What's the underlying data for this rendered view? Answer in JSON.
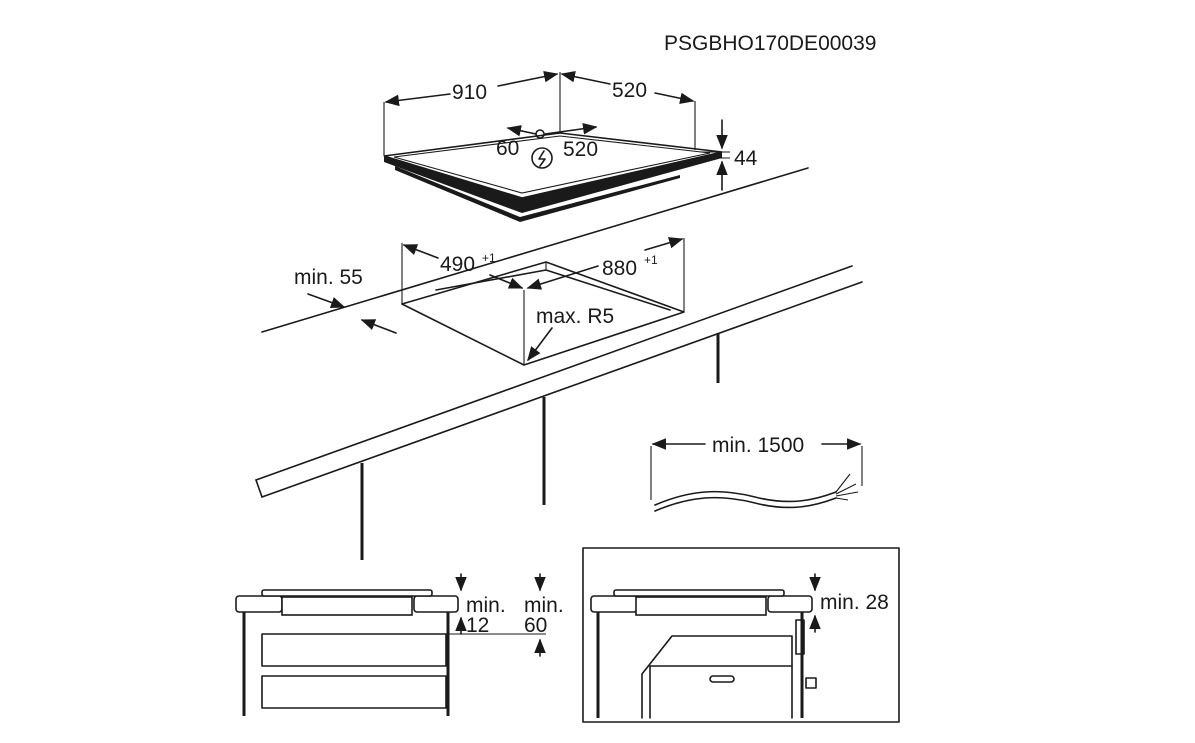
{
  "diagram": {
    "code": "PSGBHO170DE00039",
    "hob": {
      "width": "910",
      "depth": "520",
      "thickness": "44",
      "connection_offset": "60",
      "connection_depth": "520",
      "connection_icon": "power-connection-icon"
    },
    "cutout": {
      "depth": "490",
      "depth_tolerance": "+1",
      "width": "880",
      "width_tolerance": "+1",
      "corner_radius": "max. R5",
      "front_distance": "min. 55"
    },
    "cable": {
      "length": "min. 1500"
    },
    "detail_drawers": {
      "gap_label_1": "min.",
      "gap_value_1": "12",
      "gap_label_2": "min.",
      "gap_value_2": "60"
    },
    "detail_oven": {
      "gap": "min. 28"
    }
  }
}
